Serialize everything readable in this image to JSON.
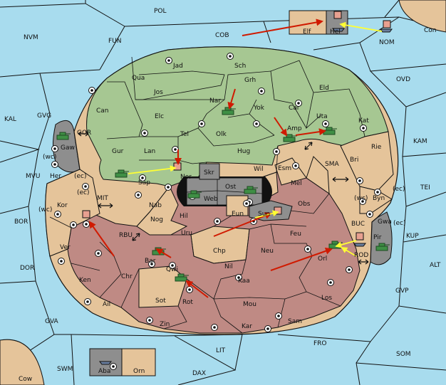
{
  "colors": {
    "sea": "#a8dcee",
    "neutral": "#e5c49a",
    "green": "#a6c792",
    "red": "#bf8a84",
    "dark": "#8e8e8e",
    "black": "#111111",
    "red_arrow": "#d01a00",
    "yellow_arrow": "#ffff33",
    "unit_green": "#3f8f45"
  },
  "icons": {
    "supply_center": "dotted-circle-icon",
    "army": "tank-icon",
    "fleet": "ship-icon",
    "move_order": "red-arrow-icon",
    "support_order": "yellow-arrow-icon",
    "strait": "double-arrow-icon"
  },
  "map": {
    "sea_labels": [
      "POL",
      "NVM",
      "FUN",
      "COB",
      "Con",
      "NOM",
      "OVD",
      "KAL",
      "GVG",
      "GOR",
      "KAM",
      "SMA",
      "MVU",
      "MIT",
      "TEI",
      "BOR",
      "RBU",
      "BUC",
      "KUP",
      "ROD",
      "ALT",
      "DOR",
      "GVP",
      "GVA",
      "FRO",
      "SOM",
      "LIT",
      "SWM",
      "DAX",
      "Cow"
    ],
    "green_labels": [
      "Jad",
      "Sch",
      "Qua",
      "Jos",
      "Grh",
      "Eld",
      "Can",
      "Elc",
      "Nar",
      "Yok",
      "Car",
      "Uta",
      "Kat",
      "Gur",
      "Tel",
      "Olk",
      "Amp",
      "Lan",
      "Hug",
      "Sap",
      "Nor"
    ],
    "neutral_labels": [
      "Elf",
      "Her",
      "(ec)",
      "(wc)",
      "Kor",
      "Ver",
      "Wil",
      "Esm",
      "Bri",
      "Rie",
      "Mel",
      "Byn",
      "Nab",
      "Hil",
      "Nog",
      "Sot",
      "Gwa"
    ],
    "red_labels": [
      "Obs",
      "Sun",
      "Uru",
      "Feu",
      "Chp",
      "Neu",
      "Ail",
      "Ken",
      "Chr",
      "Bar",
      "Qwi",
      "Nil",
      "Kaa",
      "Orl",
      "Rot",
      "Mou",
      "Los",
      "Zin",
      "Kar",
      "Sam"
    ],
    "dark_labels": [
      "Hel",
      "Gaw",
      "Skr",
      "Ost",
      "Web",
      "Eun",
      "Pir",
      "Aba",
      "Orn"
    ]
  }
}
